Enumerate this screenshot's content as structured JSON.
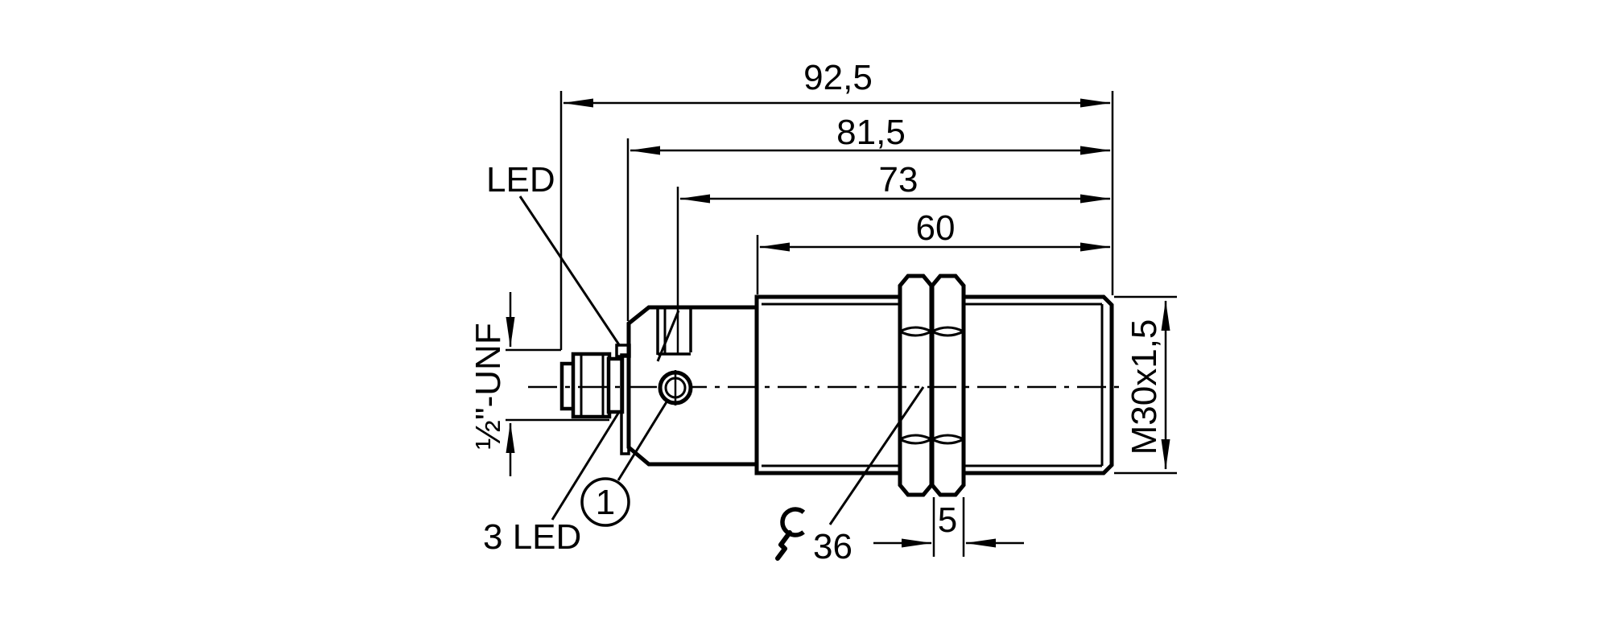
{
  "drawing": {
    "type": "sensor-dimensional-drawing",
    "colors": {
      "line": "#000000",
      "background": "#ffffff"
    }
  },
  "dimensions": {
    "overall_length": "92,5",
    "housing_length": "81,5",
    "rear_section_length": "73",
    "thread_length": "60",
    "nut_thickness": "5",
    "thread_spec": "M30x1,5",
    "connector_thread": "½\"-UNF",
    "wrench_size": "36"
  },
  "labels": {
    "led": "LED",
    "led_count": "3 LED",
    "item_marker": "1"
  }
}
